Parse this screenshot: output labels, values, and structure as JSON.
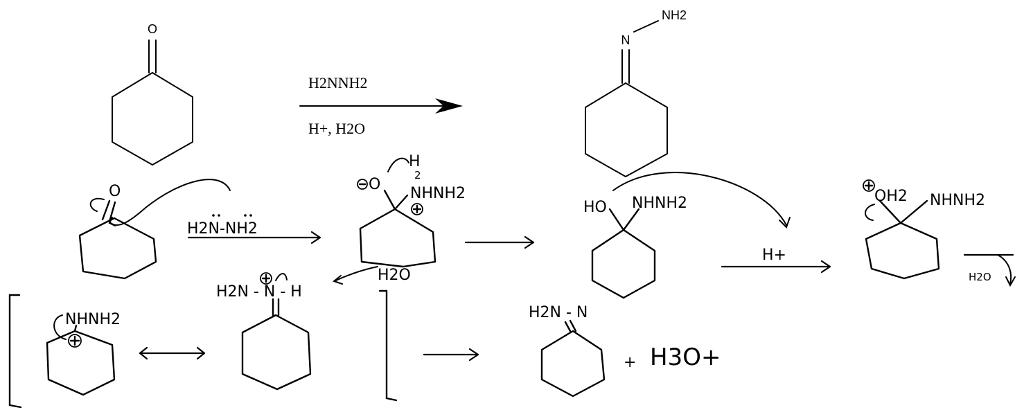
{
  "reaction": {
    "reagent_top": "H2NNH2",
    "reagent_bottom": "H+, H2O",
    "product_n": "N",
    "product_nh2": "NH2",
    "reactant_o": "O"
  },
  "mechanism": {
    "step1": {
      "carbonyl_o": "O",
      "nucleophile": "H2N-NH2"
    },
    "step2": {
      "o_label": "O",
      "h": "H",
      "two": "2",
      "n_group": "NHNH2"
    },
    "step3": {
      "ho": "HO",
      "n_group": "NHNH2",
      "acid": "H+"
    },
    "step4": {
      "oh2": "OH2",
      "n_group": "NHNH2",
      "leaving": "H2O"
    },
    "step5": {
      "n_group": "NHNH2",
      "iminium": "H2N - N - H",
      "water": "H2O"
    },
    "product": {
      "hydrazone": "H2N - N",
      "plus": "+",
      "hydronium": "H3O+"
    }
  }
}
